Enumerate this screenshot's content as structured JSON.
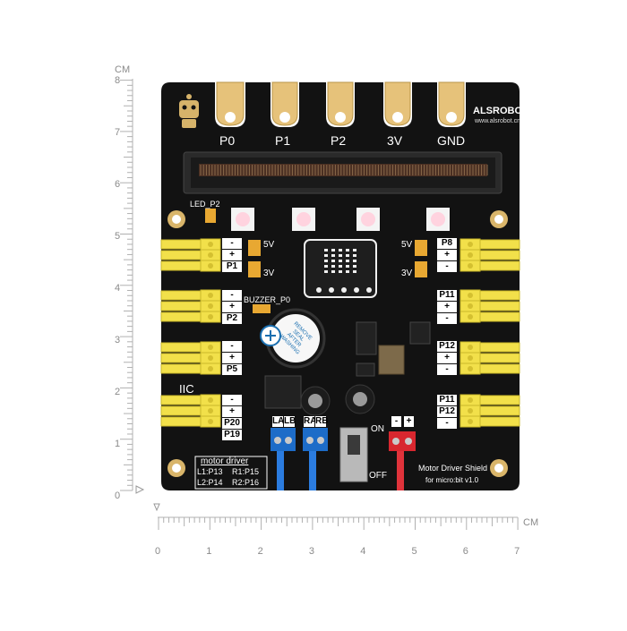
{
  "rulers": {
    "unit_vertical": "CM",
    "unit_horizontal": "CM",
    "vertical_numbers": [
      "8",
      "7",
      "6",
      "5",
      "4",
      "3",
      "2",
      "1",
      "0"
    ],
    "horizontal_numbers": [
      "0",
      "1",
      "2",
      "3",
      "4",
      "5",
      "6",
      "7"
    ]
  },
  "board": {
    "brand": "ALSROBOT",
    "website": "www.alsrobot.cn",
    "edge_pins": [
      "P0",
      "P1",
      "P2",
      "3V",
      "GND"
    ],
    "led_label": "LED_P2",
    "buzzer_label": "BUZZER_P0",
    "iic_label": "IIC",
    "voltage_5v": "5V",
    "voltage_3v": "3V",
    "left_ports": [
      {
        "lines": [
          "-",
          "+",
          "P1"
        ]
      },
      {
        "lines": [
          "-",
          "+",
          "P2"
        ]
      },
      {
        "lines": [
          "-",
          "+",
          "P5"
        ]
      },
      {
        "lines": [
          "-",
          "+",
          "P20",
          "P19"
        ]
      }
    ],
    "right_ports": [
      {
        "lines": [
          "P8",
          "+",
          "-"
        ]
      },
      {
        "lines": [
          "P11",
          "+",
          "-"
        ]
      },
      {
        "lines": [
          "P12",
          "+",
          "-"
        ]
      },
      {
        "lines": [
          "P11",
          "P12",
          "-"
        ]
      }
    ],
    "motor_title": "motor driver",
    "motor_rows": [
      "L1:P13",
      "R1:P15",
      "L2:P14",
      "R2:P16"
    ],
    "motor_ports": [
      "LA",
      "LB",
      "RA",
      "RB"
    ],
    "power_on": "ON",
    "power_off": "OFF",
    "power_terminal": [
      "-",
      "+"
    ],
    "buzzer_sticker": "REMOVE SEAL AFTER WASHING",
    "product_name": "Motor Driver Shield",
    "product_sub": "for micro:bit v1.0"
  }
}
